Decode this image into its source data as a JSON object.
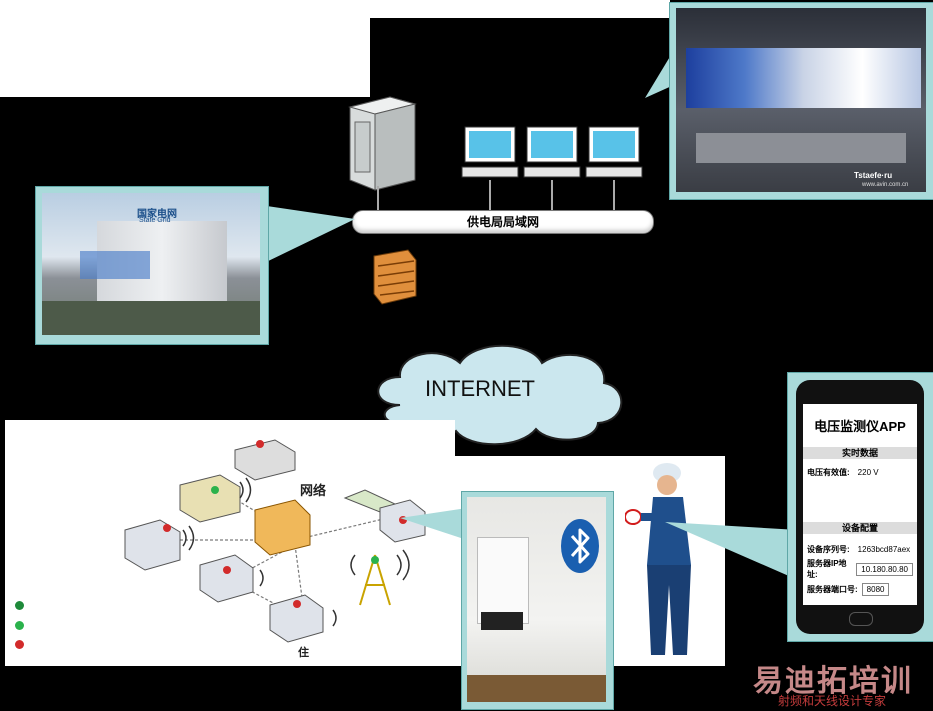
{
  "network": {
    "lan_label": "供电局局域网"
  },
  "internet": {
    "label": "INTERNET"
  },
  "building": {
    "sign_cn": "国家电网",
    "sign_en": "State Grid"
  },
  "control_room": {
    "watermark": "Tstaefe·ru",
    "url": "www.avin.com.cn"
  },
  "mesh": {
    "label": "网络",
    "label2": "住"
  },
  "phone_app": {
    "title": "电压监测仪APP",
    "realtime_section": "实时数据",
    "voltage_label": "电压有效值:",
    "voltage_value": "220 V",
    "config_section": "设备配置",
    "serial_label": "设备序列号:",
    "serial_value": "1263bcd87aex",
    "server_ip_label": "服务器IP地址:",
    "server_ip_value": "10.180.80.80",
    "server_port_label": "服务器端口号:",
    "server_port_value": "8080"
  },
  "watermark": {
    "brand": "易迪拓培训",
    "tagline": "射频和天线设计专家"
  },
  "colors": {
    "callout": "#a9dada",
    "bluetooth": "#1a5fb0",
    "legend_dark_green": "#1e8a3a",
    "legend_green": "#2bb24c",
    "legend_red": "#d22b2b"
  }
}
